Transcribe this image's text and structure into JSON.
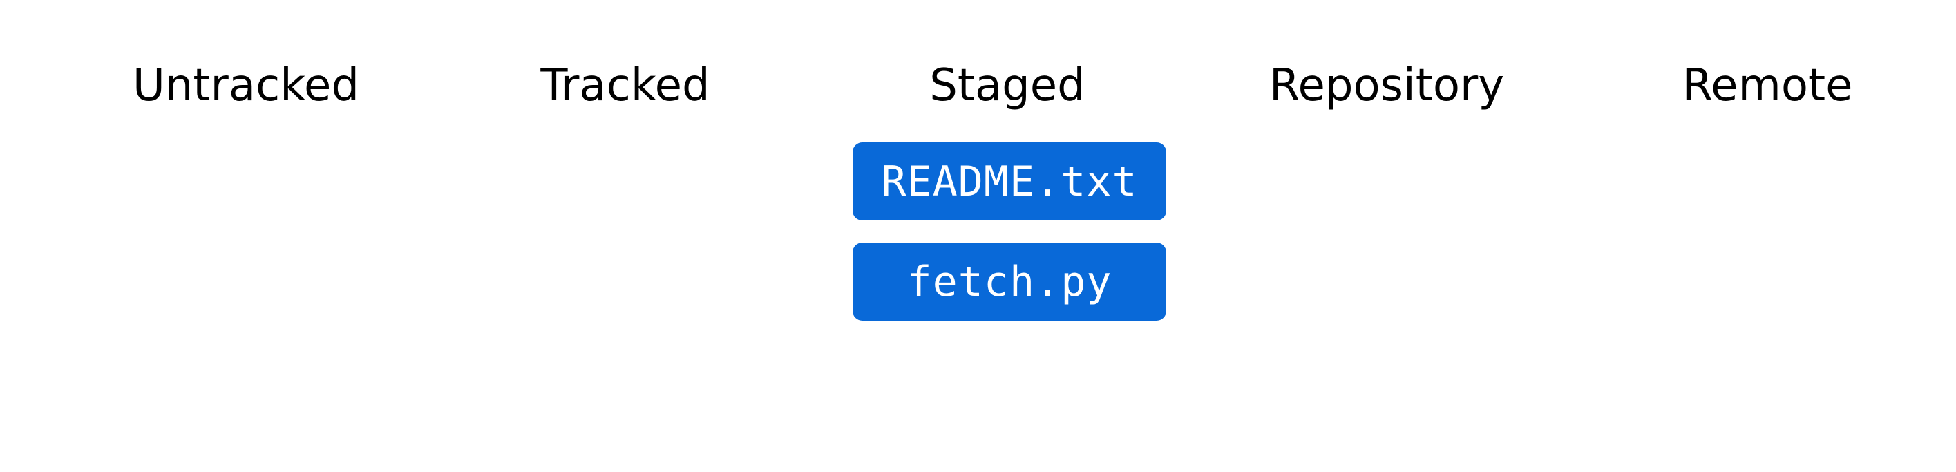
{
  "stages": [
    {
      "label": "Untracked"
    },
    {
      "label": "Tracked"
    },
    {
      "label": "Staged"
    },
    {
      "label": "Repository"
    },
    {
      "label": "Remote"
    }
  ],
  "staged_files": [
    {
      "name": "README.txt"
    },
    {
      "name": "fetch.py"
    }
  ],
  "colors": {
    "file_card_background": "#0969d8",
    "file_card_text": "#ffffff",
    "stage_label_text": "#000000",
    "background": "#ffffff"
  }
}
